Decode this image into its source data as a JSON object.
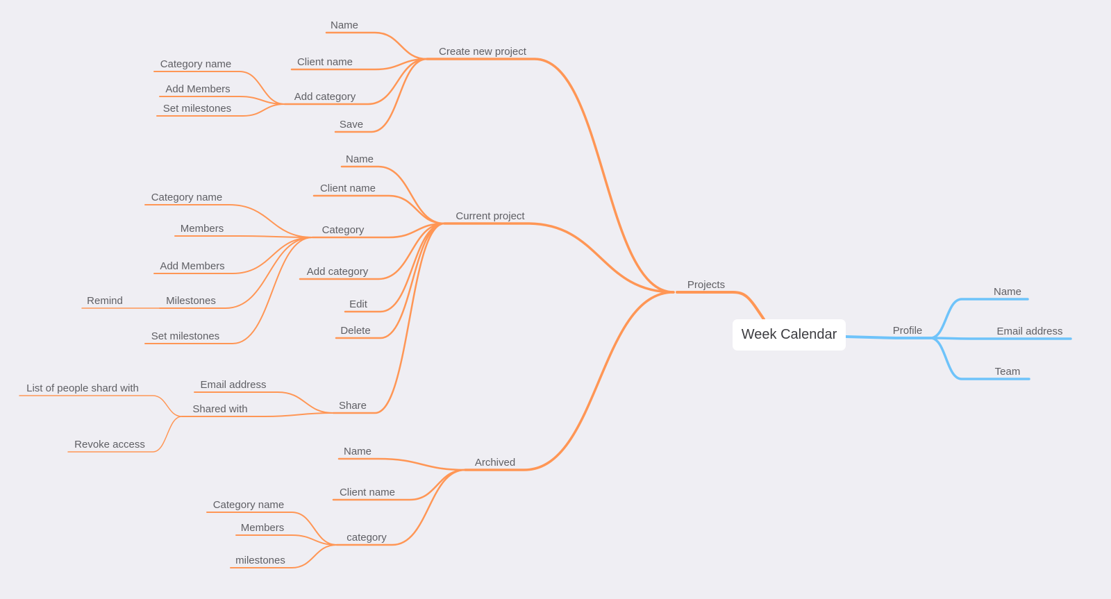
{
  "root": "Week Calendar",
  "colors": {
    "left_branch": "#ff9655",
    "right_branch": "#6ec3fa",
    "background": "#efeef3"
  },
  "nodes": {
    "projects": "Projects",
    "create": "Create new project",
    "create_name": "Name",
    "create_client": "Client name",
    "create_addcat": "Add category",
    "create_save": "Save",
    "create_addcat_catname": "Category name",
    "create_addcat_members": "Add Members",
    "create_addcat_milestones": "Set milestones",
    "current": "Current project",
    "current_name": "Name",
    "current_client": "Client name",
    "current_category": "Category",
    "current_addcat": "Add category",
    "current_edit": "Edit",
    "current_delete": "Delete",
    "current_share": "Share",
    "cat_catname": "Category name",
    "cat_members": "Members",
    "cat_addmembers": "Add Members",
    "cat_milestones": "Milestones",
    "cat_remind": "Remind",
    "cat_setmilestones": "Set milestones",
    "share_email": "Email address",
    "share_sharedwith": "Shared with",
    "shared_list": "List of people shard with",
    "shared_revoke": "Revoke access",
    "archived": "Archived",
    "arch_name": "Name",
    "arch_client": "Client name",
    "arch_category": "category",
    "arch_cat_catname": "Category name",
    "arch_cat_members": "Members",
    "arch_cat_milestones": "milestones",
    "profile": "Profile",
    "profile_name": "Name",
    "profile_email": "Email address",
    "profile_team": "Team"
  }
}
